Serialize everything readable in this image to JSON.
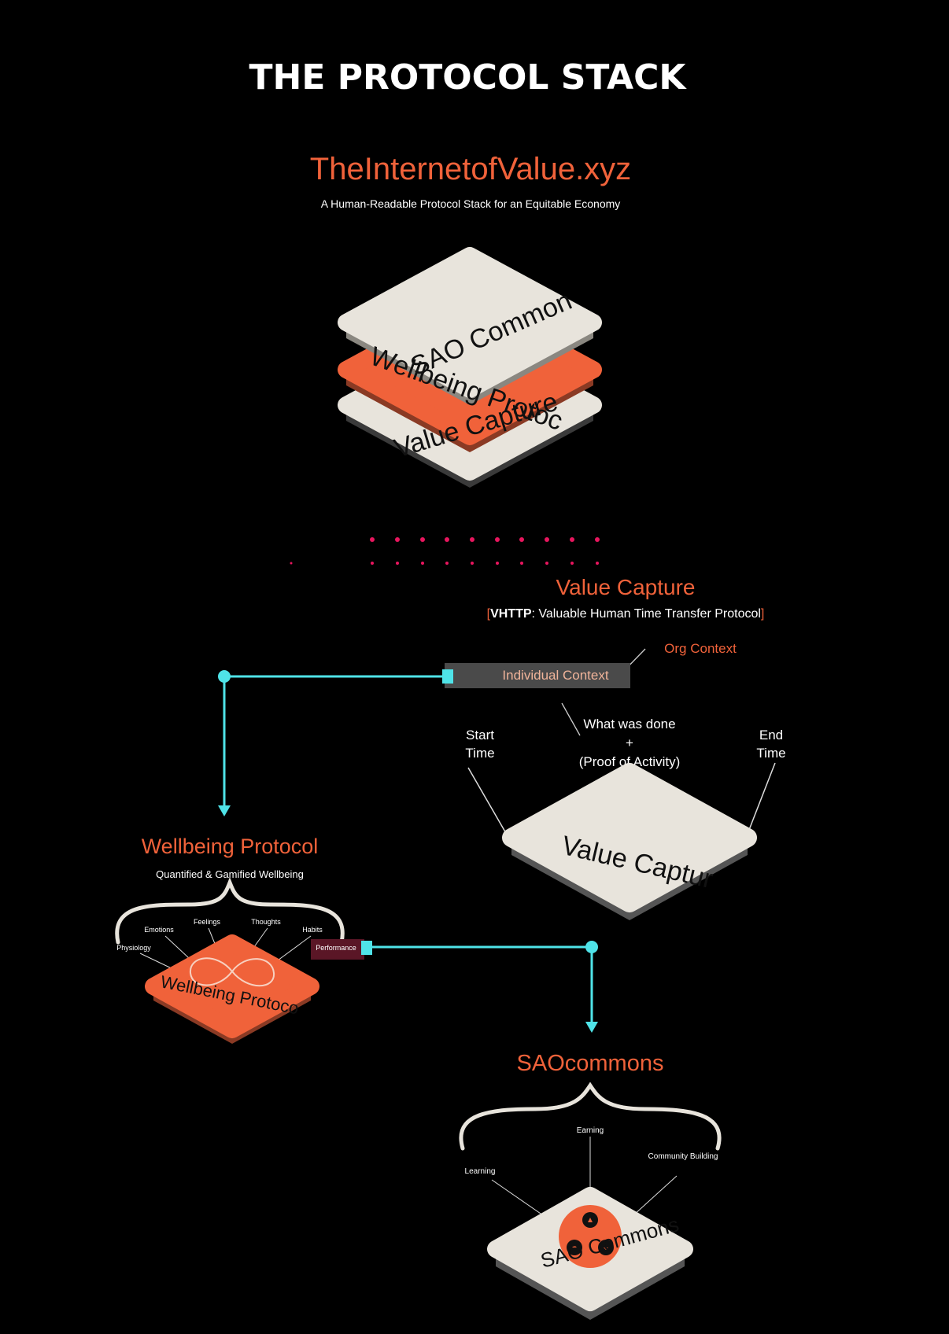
{
  "page": {
    "title": "THE PROTOCOL STACK",
    "site_name": "TheInternetofValue.xyz",
    "tagline": "A Human-Readable Protocol Stack for an Equitable Economy"
  },
  "stack": {
    "top_label": "SAO Commons",
    "middle_label": "Wellbeing Protocol",
    "bottom_label": "Value Capture"
  },
  "value_capture": {
    "heading": "Value Capture",
    "bracket_open": "[",
    "protocol_acronym": "VHTTP",
    "protocol_desc": ": Valuable Human Time Transfer Protocol",
    "bracket_close": "]",
    "org_context": "Org Context",
    "individual_context": "Individual Context",
    "start_time_1": "Start",
    "start_time_2": "Time",
    "end_time_1": "End",
    "end_time_2": "Time",
    "what_done": "What was done",
    "plus": "+",
    "proof": "(Proof of Activity)",
    "tile_label": "Value Capture"
  },
  "wellbeing": {
    "heading": "Wellbeing Protocol",
    "subheading": "Quantified & Gamified Wellbeing",
    "items": [
      "Physiology",
      "Emotions",
      "Feelings",
      "Thoughts",
      "Habits",
      "Performance"
    ],
    "tile_label": "Wellbeing Protocol"
  },
  "sao": {
    "heading": "SAOcommons",
    "items": [
      "Learning",
      "Earning",
      "Community Building"
    ],
    "tile_label": "SAO Commons"
  },
  "colors": {
    "background": "#000000",
    "accent_orange": "#f0623a",
    "tile_cream": "#e8e4dc",
    "connector_cyan": "#4fe3e8",
    "dot_pink": "#e8165e"
  }
}
